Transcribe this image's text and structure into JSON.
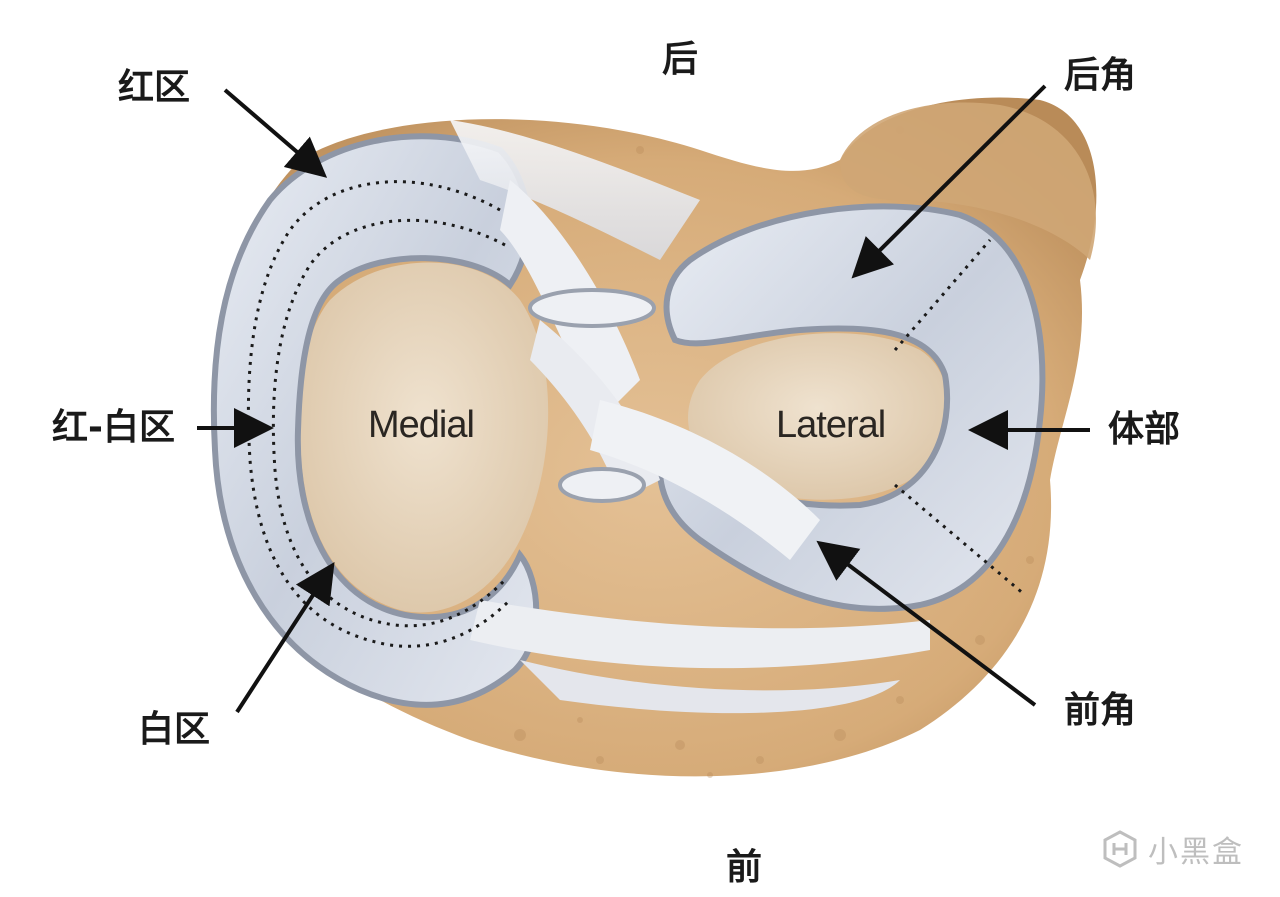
{
  "labels": {
    "posterior": "后",
    "anterior": "前",
    "red_zone": "红区",
    "red_white_zone": "红-白区",
    "white_zone": "白区",
    "posterior_horn": "后角",
    "body": "体部",
    "anterior_horn": "前角"
  },
  "meniscus": {
    "medial": "Medial",
    "lateral": "Lateral"
  },
  "watermark": {
    "text": "小黑盒",
    "icon": "xiaoheihe-logo-icon"
  },
  "colors": {
    "bone": "#d9b283",
    "bone_dark": "#b78a5a",
    "cartilage": "#e7d6bf",
    "meniscus": "#cfd6e3",
    "meniscus_edge": "#8e96a6",
    "ligament": "#f0f1f4",
    "arrow": "#111111",
    "label": "#1a1a1a"
  }
}
